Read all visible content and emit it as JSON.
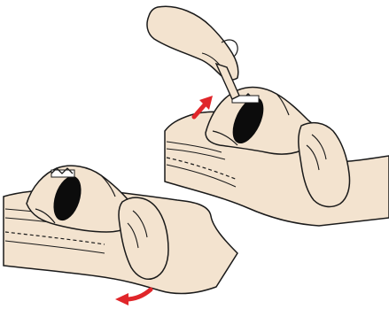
{
  "illustration": {
    "panels": [
      {
        "id": "upper-panel",
        "arrow_direction": "up-right",
        "arrow_color": "#e0262a"
      },
      {
        "id": "lower-panel",
        "arrow_direction": "left",
        "arrow_color": "#e0262a"
      }
    ],
    "colors": {
      "skin": "#f3e3cf",
      "outline": "#1a1a1a",
      "cavity": "#0c0c0c",
      "background": "#ffffff"
    }
  }
}
